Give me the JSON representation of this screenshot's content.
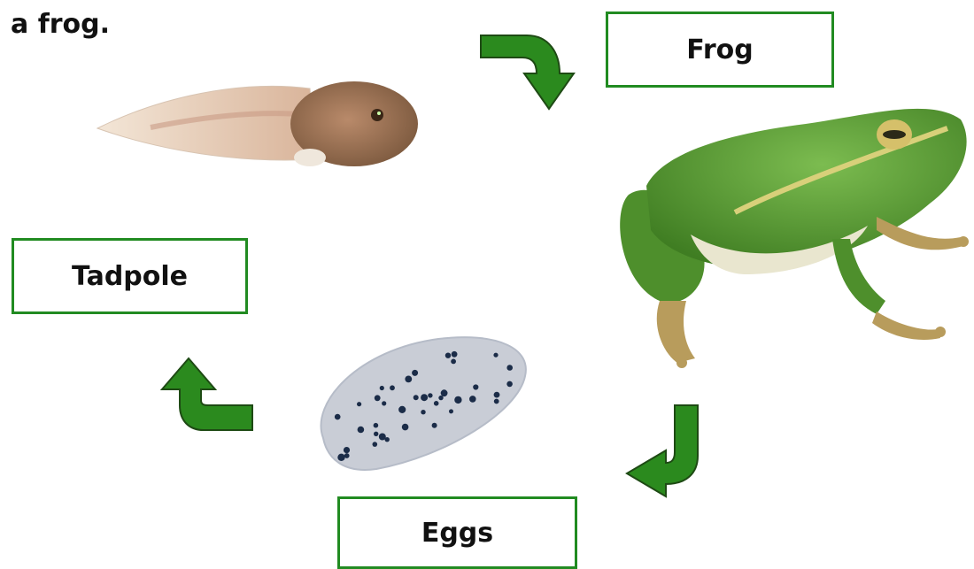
{
  "diagram": {
    "title_fragment": "a frog.",
    "stages": [
      {
        "id": "frog",
        "label": "Frog"
      },
      {
        "id": "tadpole",
        "label": "Tadpole"
      },
      {
        "id": "eggs",
        "label": "Eggs"
      }
    ],
    "colors": {
      "arrow": "#2b8a1e",
      "box_border": "#218b21",
      "frog_green": "#5fa33a"
    }
  }
}
